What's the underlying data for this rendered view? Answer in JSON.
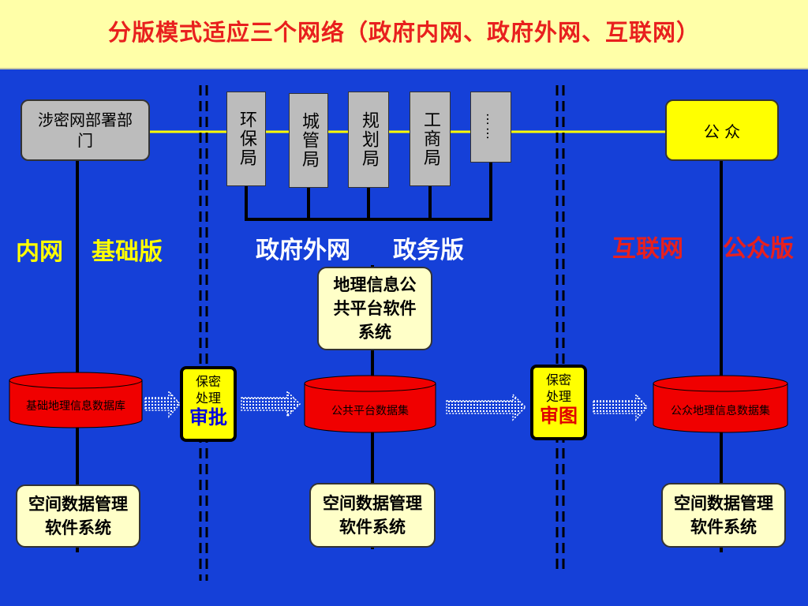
{
  "title": "分版模式适应三个网络（政府内网、政府外网、互联网）",
  "left": {
    "dept_box": "涉密网部署部门",
    "net_label": "内网",
    "version_label": "基础版",
    "database": "基础地理信息数据库",
    "software": "空间数据管理软件系统"
  },
  "agencies": [
    "环保局",
    "城管局",
    "规划局",
    "工商局",
    "……"
  ],
  "middle": {
    "net_label": "政府外网",
    "version_label": "政务版",
    "platform_software": "地理信息公共平台软件系统",
    "database": "公共平台数据集",
    "software": "空间数据管理软件系统"
  },
  "right": {
    "public_box": "公 众",
    "net_label": "互联网",
    "version_label": "公众版",
    "database": "公众地理信息数据集",
    "software": "空间数据管理软件系统"
  },
  "badge_approve": {
    "top": "保密",
    "mid": "处理",
    "action": "审批"
  },
  "badge_review": {
    "top": "保密",
    "mid": "处理",
    "action": "审图"
  },
  "colors": {
    "background": "#1540d8",
    "title_bg": "#ffffa8",
    "title_text": "#e8201e",
    "yellow": "#ffff00",
    "red_db": "#f00000",
    "blue_action": "#0000e0",
    "red_action": "#e00000"
  }
}
